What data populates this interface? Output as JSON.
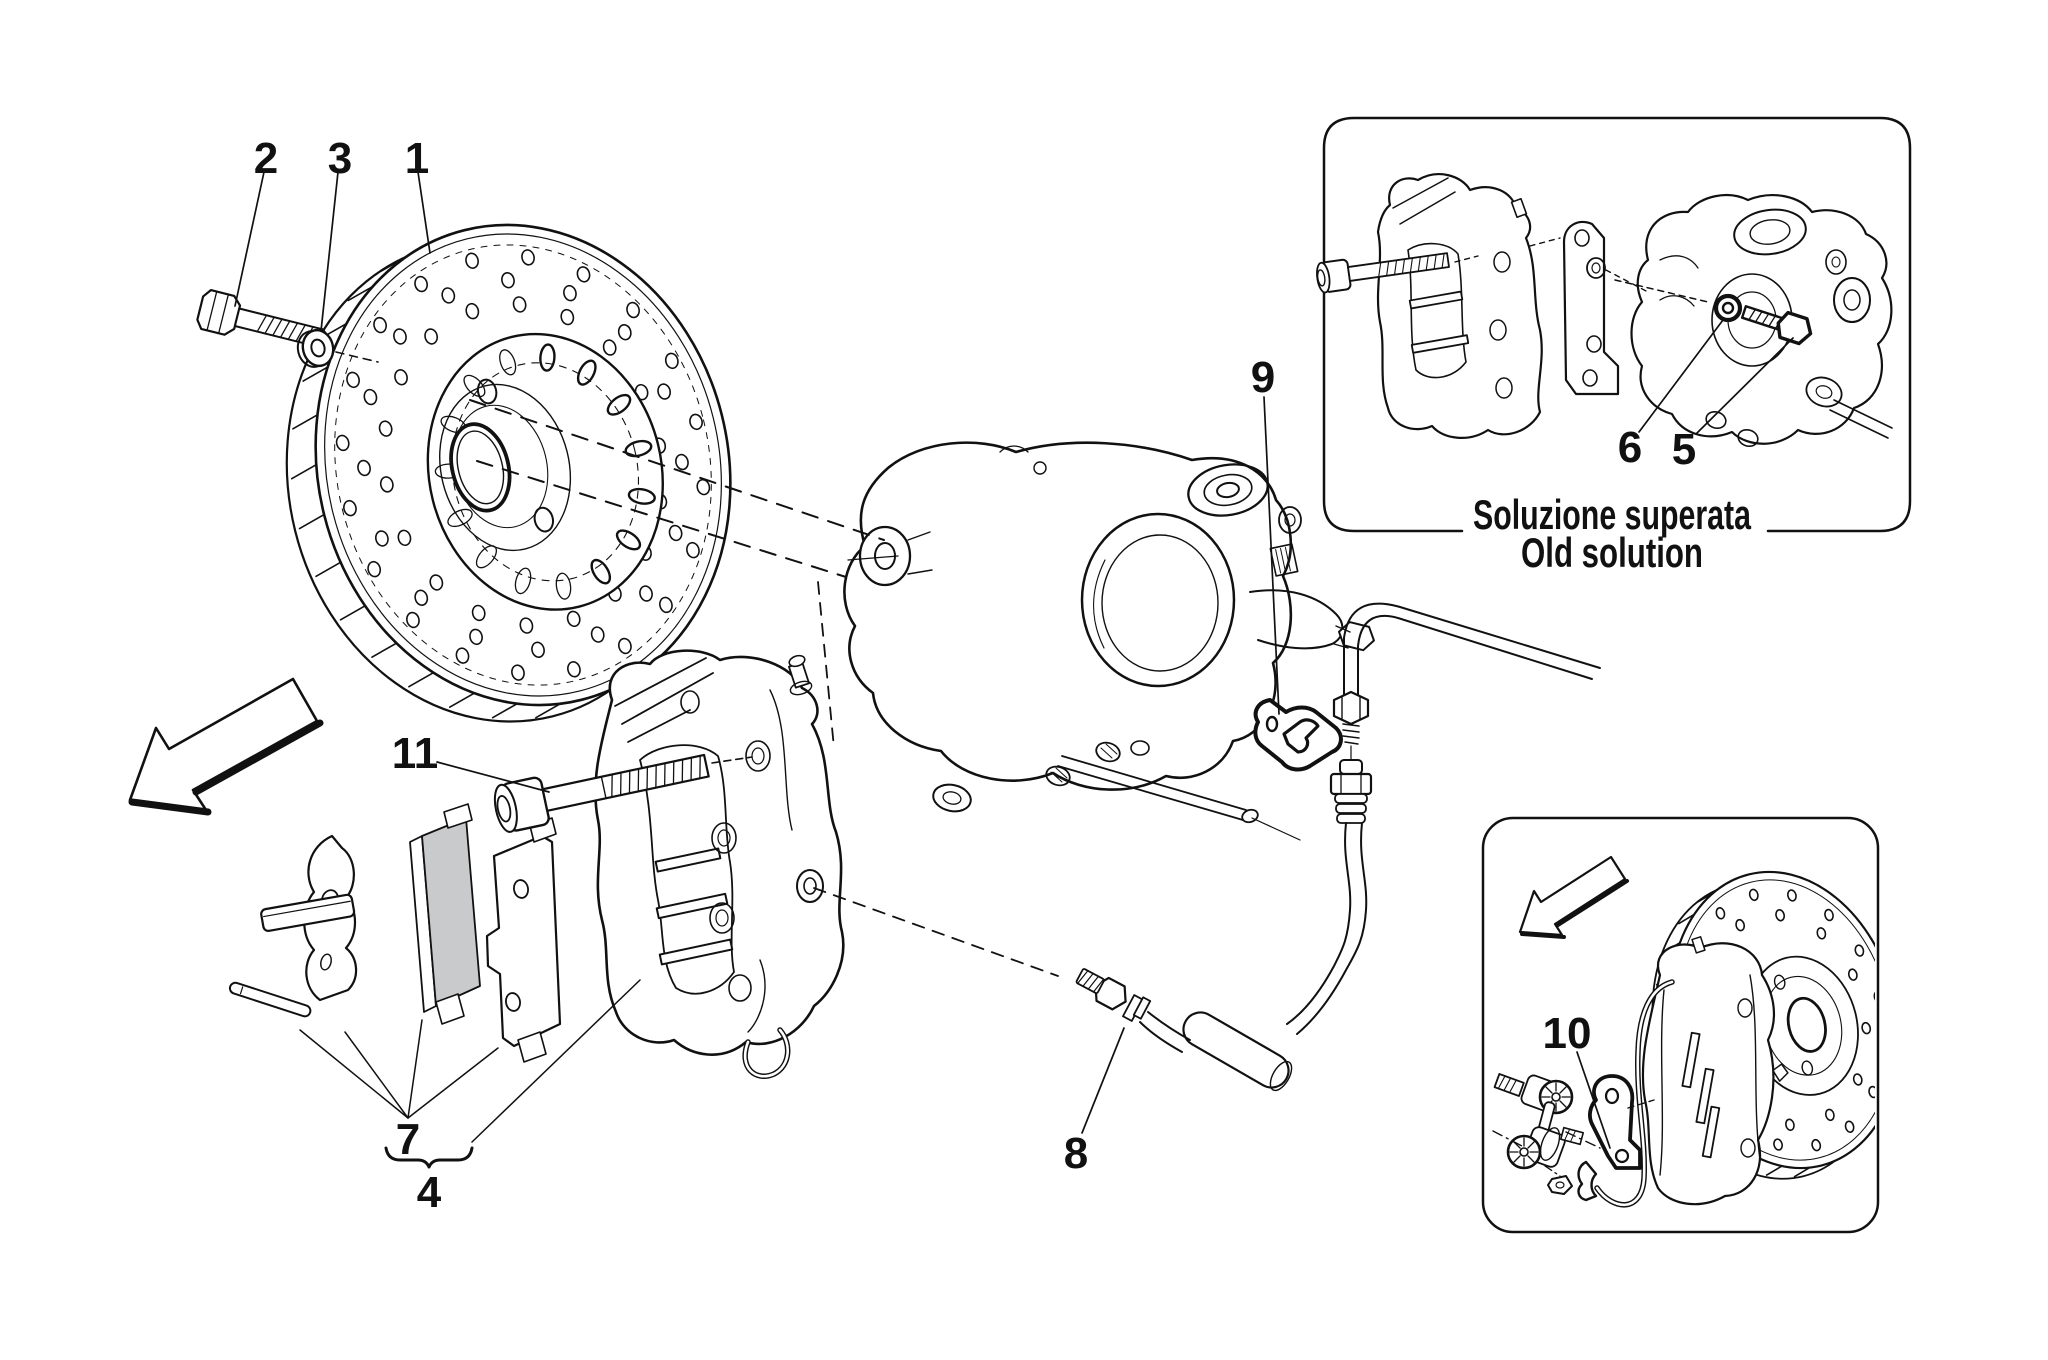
{
  "diagram": {
    "type": "exploded-parts-diagram",
    "subject": "Rear wheel braking devices: disc, caliper, pads, hose and sensor",
    "background_color": "#ffffff",
    "line_color": "#111111",
    "pad_friction_color": "#c9cacc"
  },
  "callouts": {
    "c1": {
      "label": "1"
    },
    "c2": {
      "label": "2"
    },
    "c3": {
      "label": "3"
    },
    "c4": {
      "label": "4"
    },
    "c5": {
      "label": "5"
    },
    "c6": {
      "label": "6"
    },
    "c7": {
      "label": "7"
    },
    "c8": {
      "label": "8"
    },
    "c9": {
      "label": "9"
    },
    "c10": {
      "label": "10"
    },
    "c11": {
      "label": "11"
    }
  },
  "insets": {
    "old_solution": {
      "caption_line_1": "Soluzione superata",
      "caption_line_2": "Old solution"
    }
  }
}
